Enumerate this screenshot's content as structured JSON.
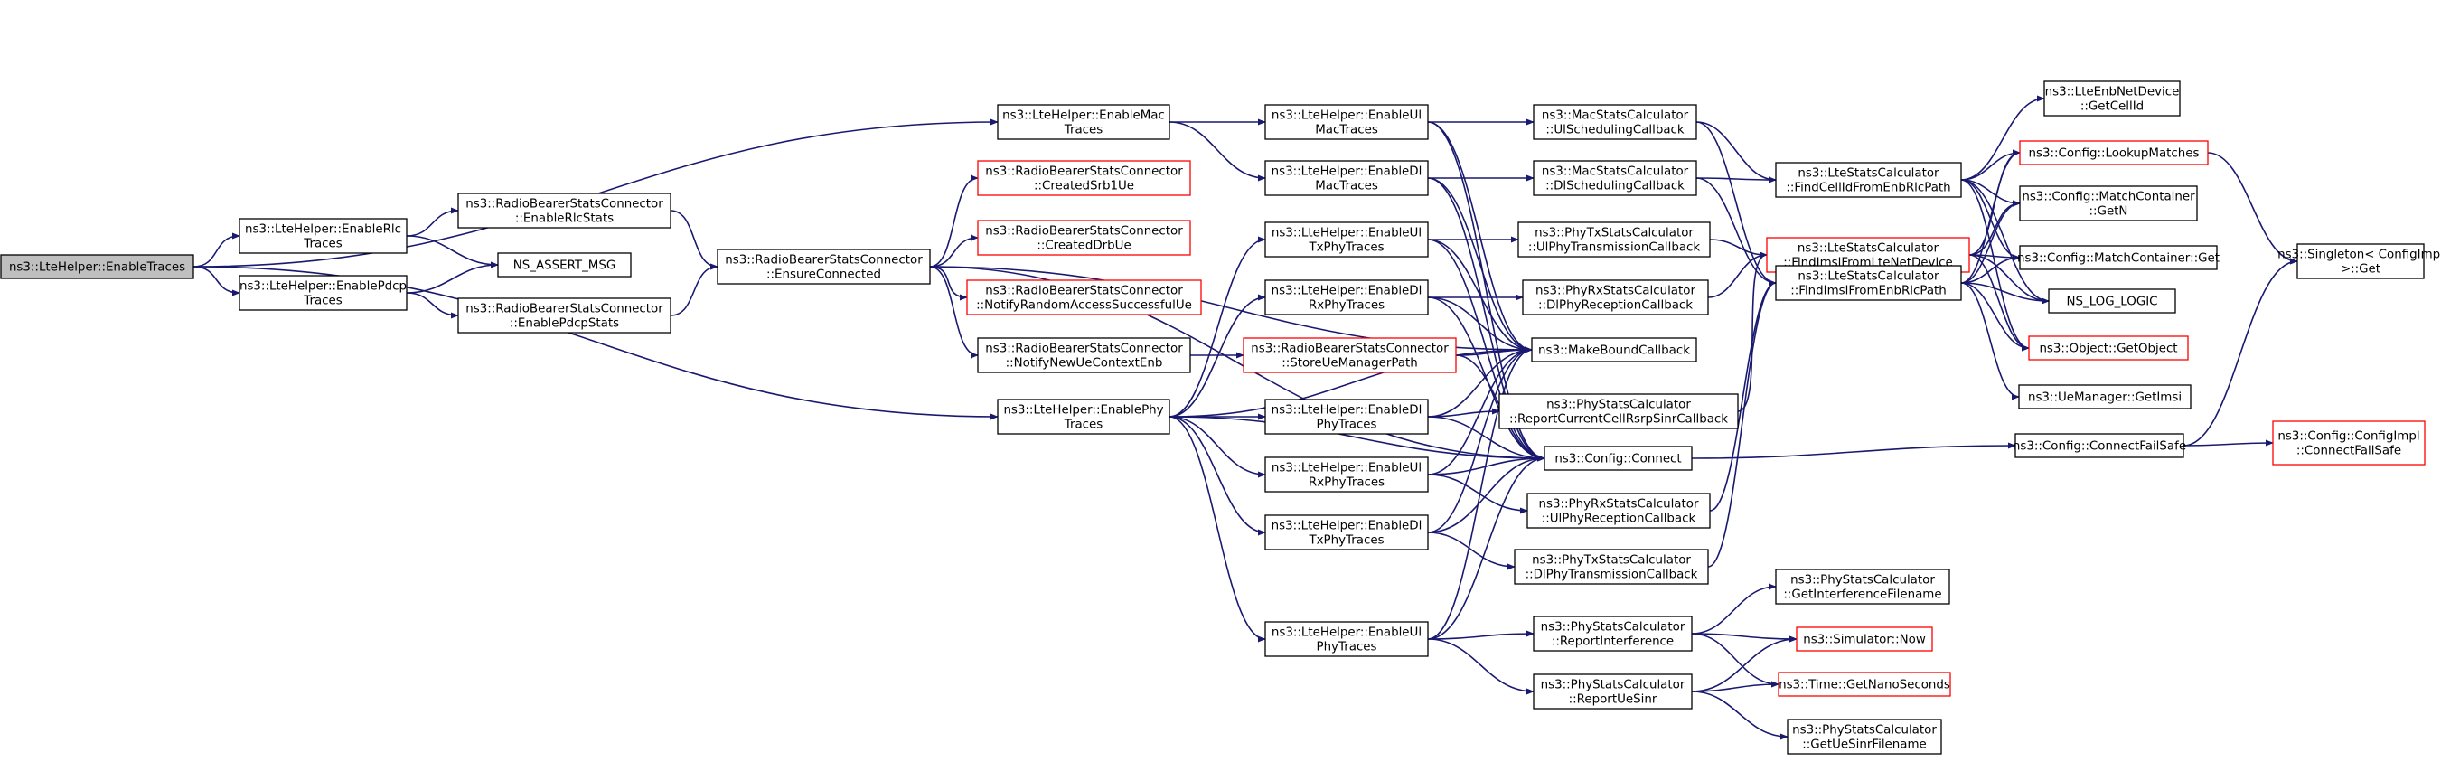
{
  "colors": {
    "edge": "#191970",
    "box_border": "#000000",
    "undocumented_border": "#ff0000",
    "root_fill": "#bfbfbf"
  },
  "nodes": {
    "enable_traces": {
      "lines": [
        "ns3::LteHelper::EnableTraces"
      ]
    },
    "enable_rlc_traces": {
      "lines": [
        "ns3::LteHelper::EnableRlc",
        "Traces"
      ]
    },
    "enable_pdcp_traces": {
      "lines": [
        "ns3::LteHelper::EnablePdcp",
        "Traces"
      ]
    },
    "enable_rlc_stats": {
      "lines": [
        "ns3::RadioBearerStatsConnector",
        "::EnableRlcStats"
      ]
    },
    "ns_assert_msg": {
      "lines": [
        "NS_ASSERT_MSG"
      ]
    },
    "enable_pdcp_stats": {
      "lines": [
        "ns3::RadioBearerStatsConnector",
        "::EnablePdcpStats"
      ]
    },
    "ensure_connected": {
      "lines": [
        "ns3::RadioBearerStatsConnector",
        "::EnsureConnected"
      ]
    },
    "enable_mac_traces": {
      "lines": [
        "ns3::LteHelper::EnableMac",
        "Traces"
      ]
    },
    "created_srb1_ue": {
      "lines": [
        "ns3::RadioBearerStatsConnector",
        "::CreatedSrb1Ue"
      ]
    },
    "created_drb_ue": {
      "lines": [
        "ns3::RadioBearerStatsConnector",
        "::CreatedDrbUe"
      ]
    },
    "notify_random_access": {
      "lines": [
        "ns3::RadioBearerStatsConnector",
        "::NotifyRandomAccessSuccessfulUe"
      ]
    },
    "notify_new_ue_context": {
      "lines": [
        "ns3::RadioBearerStatsConnector",
        "::NotifyNewUeContextEnb"
      ]
    },
    "enable_phy_traces": {
      "lines": [
        "ns3::LteHelper::EnablePhy",
        "Traces"
      ]
    },
    "enable_ul_mac_traces": {
      "lines": [
        "ns3::LteHelper::EnableUl",
        "MacTraces"
      ]
    },
    "enable_dl_mac_traces": {
      "lines": [
        "ns3::LteHelper::EnableDl",
        "MacTraces"
      ]
    },
    "enable_ul_tx_phy_traces": {
      "lines": [
        "ns3::LteHelper::EnableUl",
        "TxPhyTraces"
      ]
    },
    "enable_dl_rx_phy_traces": {
      "lines": [
        "ns3::LteHelper::EnableDl",
        "RxPhyTraces"
      ]
    },
    "store_ue_manager_path": {
      "lines": [
        "ns3::RadioBearerStatsConnector",
        "::StoreUeManagerPath"
      ]
    },
    "enable_dl_phy_traces": {
      "lines": [
        "ns3::LteHelper::EnableDl",
        "PhyTraces"
      ]
    },
    "enable_ul_rx_phy_traces": {
      "lines": [
        "ns3::LteHelper::EnableUl",
        "RxPhyTraces"
      ]
    },
    "enable_dl_tx_phy_traces": {
      "lines": [
        "ns3::LteHelper::EnableDl",
        "TxPhyTraces"
      ]
    },
    "enable_ul_phy_traces": {
      "lines": [
        "ns3::LteHelper::EnableUl",
        "PhyTraces"
      ]
    },
    "ul_scheduling_callback": {
      "lines": [
        "ns3::MacStatsCalculator",
        "::UlSchedulingCallback"
      ]
    },
    "dl_scheduling_callback": {
      "lines": [
        "ns3::MacStatsCalculator",
        "::DlSchedulingCallback"
      ]
    },
    "ul_phy_transmission_callback": {
      "lines": [
        "ns3::PhyTxStatsCalculator",
        "::UlPhyTransmissionCallback"
      ]
    },
    "dl_phy_reception_callback": {
      "lines": [
        "ns3::PhyRxStatsCalculator",
        "::DlPhyReceptionCallback"
      ]
    },
    "make_bound_callback": {
      "lines": [
        "ns3::MakeBoundCallback"
      ]
    },
    "report_current_cell_rsrp": {
      "lines": [
        "ns3::PhyStatsCalculator",
        "::ReportCurrentCellRsrpSinrCallback"
      ]
    },
    "config_connect": {
      "lines": [
        "ns3::Config::Connect"
      ]
    },
    "ul_phy_reception_callback": {
      "lines": [
        "ns3::PhyRxStatsCalculator",
        "::UlPhyReceptionCallback"
      ]
    },
    "dl_phy_transmission_callback": {
      "lines": [
        "ns3::PhyTxStatsCalculator",
        "::DlPhyTransmissionCallback"
      ]
    },
    "report_interference": {
      "lines": [
        "ns3::PhyStatsCalculator",
        "::ReportInterference"
      ]
    },
    "report_ue_sinr": {
      "lines": [
        "ns3::PhyStatsCalculator",
        "::ReportUeSinr"
      ]
    },
    "find_cell_id": {
      "lines": [
        "ns3::LteStatsCalculator",
        "::FindCellIdFromEnbRlcPath"
      ]
    },
    "find_imsi_from_lte_net_device": {
      "lines": [
        "ns3::LteStatsCalculator",
        "::FindImsiFromLteNetDevice"
      ]
    },
    "find_imsi_from_enb_rlc_path": {
      "lines": [
        "ns3::LteStatsCalculator",
        "::FindImsiFromEnbRlcPath"
      ]
    },
    "get_interference_filename": {
      "lines": [
        "ns3::PhyStatsCalculator",
        "::GetInterferenceFilename"
      ]
    },
    "simulator_now": {
      "lines": [
        "ns3::Simulator::Now"
      ]
    },
    "get_nano_seconds": {
      "lines": [
        "ns3::Time::GetNanoSeconds"
      ]
    },
    "get_ue_sinr_filename": {
      "lines": [
        "ns3::PhyStatsCalculator",
        "::GetUeSinrFilename"
      ]
    },
    "get_cell_id": {
      "lines": [
        "ns3::LteEnbNetDevice",
        "::GetCellId"
      ]
    },
    "lookup_matches": {
      "lines": [
        "ns3::Config::LookupMatches"
      ]
    },
    "match_container_get_n": {
      "lines": [
        "ns3::Config::MatchContainer",
        "::GetN"
      ]
    },
    "match_container_get": {
      "lines": [
        "ns3::Config::MatchContainer::Get"
      ]
    },
    "ns_log_logic": {
      "lines": [
        "NS_LOG_LOGIC"
      ]
    },
    "object_get_object": {
      "lines": [
        "ns3::Object::GetObject"
      ]
    },
    "ue_manager_get_imsi": {
      "lines": [
        "ns3::UeManager::GetImsi"
      ]
    },
    "config_connect_fail_safe": {
      "lines": [
        "ns3::Config::ConnectFailSafe"
      ]
    },
    "config_impl_connect_fail_safe": {
      "lines": [
        "ns3::Config::ConfigImpl",
        "::ConnectFailSafe"
      ]
    },
    "singleton_get": {
      "lines": [
        "ns3::Singleton< ConfigImpl",
        ">::Get"
      ]
    }
  },
  "edges": [
    [
      "enable_traces",
      "enable_rlc_traces"
    ],
    [
      "enable_traces",
      "enable_pdcp_traces"
    ],
    [
      "enable_traces",
      "enable_mac_traces"
    ],
    [
      "enable_traces",
      "enable_phy_traces"
    ],
    [
      "enable_rlc_traces",
      "enable_rlc_stats"
    ],
    [
      "enable_rlc_traces",
      "ns_assert_msg"
    ],
    [
      "enable_pdcp_traces",
      "ns_assert_msg"
    ],
    [
      "enable_pdcp_traces",
      "enable_pdcp_stats"
    ],
    [
      "enable_rlc_stats",
      "ensure_connected"
    ],
    [
      "enable_pdcp_stats",
      "ensure_connected"
    ],
    [
      "ensure_connected",
      "created_srb1_ue"
    ],
    [
      "ensure_connected",
      "created_drb_ue"
    ],
    [
      "ensure_connected",
      "notify_random_access"
    ],
    [
      "ensure_connected",
      "notify_new_ue_context"
    ],
    [
      "ensure_connected",
      "make_bound_callback"
    ],
    [
      "ensure_connected",
      "config_connect"
    ],
    [
      "notify_new_ue_context",
      "store_ue_manager_path"
    ],
    [
      "enable_mac_traces",
      "enable_ul_mac_traces"
    ],
    [
      "enable_mac_traces",
      "enable_dl_mac_traces"
    ],
    [
      "enable_phy_traces",
      "enable_ul_tx_phy_traces"
    ],
    [
      "enable_phy_traces",
      "enable_dl_rx_phy_traces"
    ],
    [
      "enable_phy_traces",
      "enable_dl_phy_traces"
    ],
    [
      "enable_phy_traces",
      "enable_ul_rx_phy_traces"
    ],
    [
      "enable_phy_traces",
      "enable_dl_tx_phy_traces"
    ],
    [
      "enable_phy_traces",
      "enable_ul_phy_traces"
    ],
    [
      "enable_phy_traces",
      "make_bound_callback"
    ],
    [
      "enable_phy_traces",
      "config_connect"
    ],
    [
      "enable_ul_mac_traces",
      "ul_scheduling_callback"
    ],
    [
      "enable_ul_mac_traces",
      "make_bound_callback"
    ],
    [
      "enable_ul_mac_traces",
      "config_connect"
    ],
    [
      "enable_dl_mac_traces",
      "dl_scheduling_callback"
    ],
    [
      "enable_dl_mac_traces",
      "make_bound_callback"
    ],
    [
      "enable_dl_mac_traces",
      "config_connect"
    ],
    [
      "enable_ul_tx_phy_traces",
      "ul_phy_transmission_callback"
    ],
    [
      "enable_ul_tx_phy_traces",
      "make_bound_callback"
    ],
    [
      "enable_ul_tx_phy_traces",
      "config_connect"
    ],
    [
      "enable_dl_rx_phy_traces",
      "dl_phy_reception_callback"
    ],
    [
      "enable_dl_rx_phy_traces",
      "make_bound_callback"
    ],
    [
      "enable_dl_rx_phy_traces",
      "config_connect"
    ],
    [
      "store_ue_manager_path",
      "make_bound_callback"
    ],
    [
      "store_ue_manager_path",
      "config_connect"
    ],
    [
      "enable_dl_phy_traces",
      "report_current_cell_rsrp"
    ],
    [
      "enable_dl_phy_traces",
      "make_bound_callback"
    ],
    [
      "enable_dl_phy_traces",
      "config_connect"
    ],
    [
      "enable_ul_rx_phy_traces",
      "ul_phy_reception_callback"
    ],
    [
      "enable_ul_rx_phy_traces",
      "make_bound_callback"
    ],
    [
      "enable_ul_rx_phy_traces",
      "config_connect"
    ],
    [
      "enable_dl_tx_phy_traces",
      "dl_phy_transmission_callback"
    ],
    [
      "enable_dl_tx_phy_traces",
      "make_bound_callback"
    ],
    [
      "enable_dl_tx_phy_traces",
      "config_connect"
    ],
    [
      "enable_ul_phy_traces",
      "report_interference"
    ],
    [
      "enable_ul_phy_traces",
      "report_ue_sinr"
    ],
    [
      "enable_ul_phy_traces",
      "make_bound_callback"
    ],
    [
      "enable_ul_phy_traces",
      "config_connect"
    ],
    [
      "ul_scheduling_callback",
      "find_cell_id"
    ],
    [
      "ul_scheduling_callback",
      "find_imsi_from_enb_rlc_path"
    ],
    [
      "dl_scheduling_callback",
      "find_cell_id"
    ],
    [
      "dl_scheduling_callback",
      "find_imsi_from_enb_rlc_path"
    ],
    [
      "ul_phy_transmission_callback",
      "find_imsi_from_lte_net_device"
    ],
    [
      "dl_phy_reception_callback",
      "find_imsi_from_lte_net_device"
    ],
    [
      "report_current_cell_rsrp",
      "find_imsi_from_lte_net_device"
    ],
    [
      "ul_phy_reception_callback",
      "find_imsi_from_enb_rlc_path"
    ],
    [
      "dl_phy_transmission_callback",
      "find_imsi_from_enb_rlc_path"
    ],
    [
      "config_connect",
      "config_connect_fail_safe"
    ],
    [
      "report_interference",
      "get_interference_filename"
    ],
    [
      "report_interference",
      "simulator_now"
    ],
    [
      "report_interference",
      "get_nano_seconds"
    ],
    [
      "report_ue_sinr",
      "simulator_now"
    ],
    [
      "report_ue_sinr",
      "get_nano_seconds"
    ],
    [
      "report_ue_sinr",
      "get_ue_sinr_filename"
    ],
    [
      "find_cell_id",
      "get_cell_id"
    ],
    [
      "find_cell_id",
      "lookup_matches"
    ],
    [
      "find_cell_id",
      "match_container_get_n"
    ],
    [
      "find_cell_id",
      "match_container_get"
    ],
    [
      "find_cell_id",
      "ns_log_logic"
    ],
    [
      "find_cell_id",
      "object_get_object"
    ],
    [
      "find_imsi_from_lte_net_device",
      "lookup_matches"
    ],
    [
      "find_imsi_from_lte_net_device",
      "match_container_get_n"
    ],
    [
      "find_imsi_from_lte_net_device",
      "match_container_get"
    ],
    [
      "find_imsi_from_lte_net_device",
      "ns_log_logic"
    ],
    [
      "find_imsi_from_lte_net_device",
      "object_get_object"
    ],
    [
      "find_imsi_from_enb_rlc_path",
      "lookup_matches"
    ],
    [
      "find_imsi_from_enb_rlc_path",
      "match_container_get_n"
    ],
    [
      "find_imsi_from_enb_rlc_path",
      "match_container_get"
    ],
    [
      "find_imsi_from_enb_rlc_path",
      "ns_log_logic"
    ],
    [
      "find_imsi_from_enb_rlc_path",
      "object_get_object"
    ],
    [
      "find_imsi_from_enb_rlc_path",
      "ue_manager_get_imsi"
    ],
    [
      "lookup_matches",
      "singleton_get"
    ],
    [
      "config_connect_fail_safe",
      "config_impl_connect_fail_safe"
    ],
    [
      "config_connect_fail_safe",
      "singleton_get"
    ]
  ]
}
